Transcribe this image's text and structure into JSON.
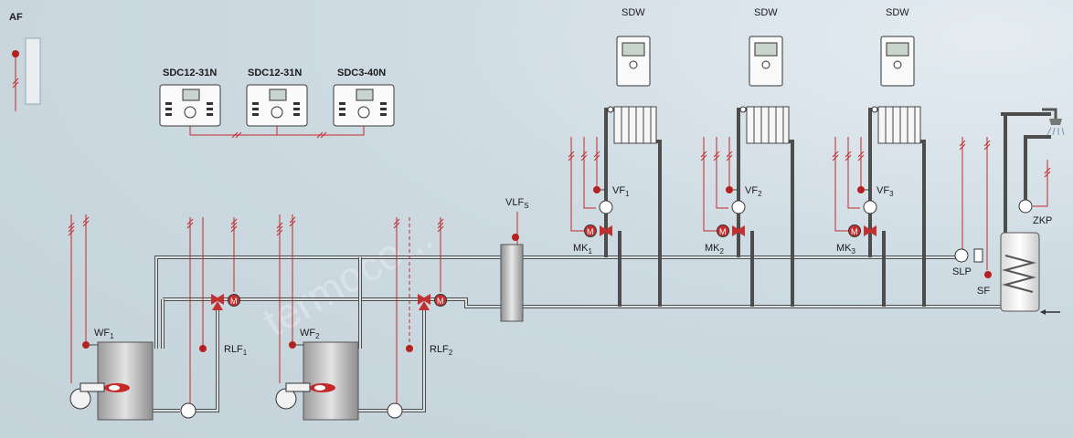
{
  "labels": {
    "af": "AF",
    "controllers": [
      "SDC12-31N",
      "SDC12-31N",
      "SDC3-40N"
    ],
    "sdw": [
      "SDW",
      "SDW",
      "SDW"
    ],
    "vf": [
      "VF",
      "VF",
      "VF"
    ],
    "vf_sub": [
      "1",
      "2",
      "3"
    ],
    "mk": [
      "MK",
      "MK",
      "MK"
    ],
    "mk_sub": [
      "1",
      "2",
      "3"
    ],
    "vlfs": "VLF",
    "vlfs_sub": "S",
    "wf": [
      "WF",
      "WF"
    ],
    "wf_sub": [
      "1",
      "2"
    ],
    "rlf": [
      "RLF",
      "RLF"
    ],
    "rlf_sub": [
      "1",
      "2"
    ],
    "slp": "SLP",
    "sf": "SF",
    "zkp": "ZKP",
    "motor": "M",
    "watermark": "termoco..."
  },
  "colors": {
    "signal": "#c22a2a",
    "pipe": "#4d4d4d",
    "sensor": "#b52020",
    "background": "#cddae2"
  }
}
